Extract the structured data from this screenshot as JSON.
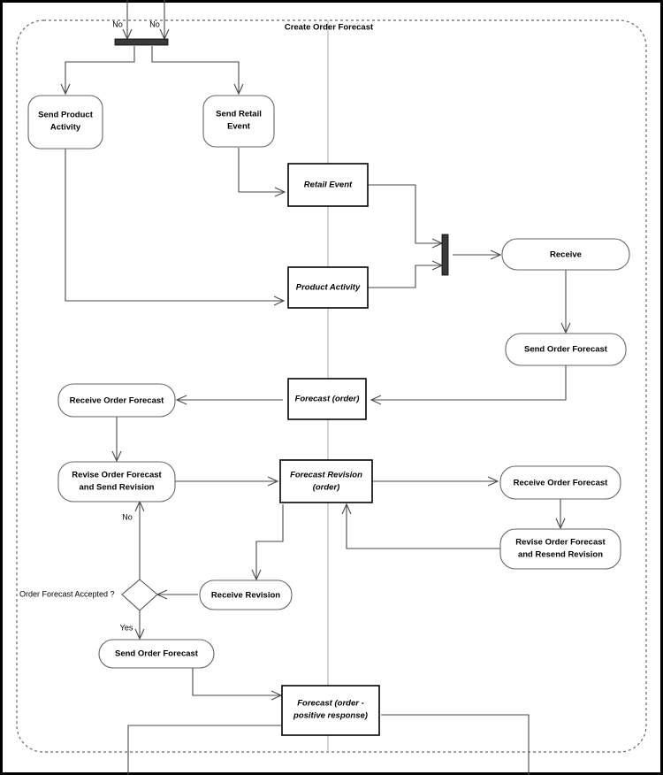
{
  "diagram": {
    "type": "uml-activity-diagram",
    "title": "Create Order Forecast",
    "outer_frame_color": "#000000",
    "boundary_style": "dashed-rounded",
    "swimlane_divider_color": "#b0b0b0",
    "node_stroke": "#555555",
    "object_stroke": "#000000"
  },
  "activities": {
    "send_product_activity": "Send Product\nActivity",
    "send_product_activity_line1": "Send Product",
    "send_product_activity_line2": "Activity",
    "send_retail_event_line1": "Send Retail",
    "send_retail_event_line2": "Event",
    "receive": "Receive",
    "send_order_forecast_top": "Send Order Forecast",
    "receive_order_forecast_left": "Receive Order Forecast",
    "revise_send_line1": "Revise Order Forecast",
    "revise_send_line2": "and Send Revision",
    "receive_order_forecast_right": "Receive Order Forecast",
    "revise_resend_line1": "Revise Order Forecast",
    "revise_resend_line2": "and Resend Revision",
    "receive_revision": "Receive Revision",
    "send_order_forecast_bottom": "Send Order Forecast"
  },
  "objects": {
    "retail_event": "Retail Event",
    "product_activity": "Product Activity",
    "forecast_order": "Forecast (order)",
    "forecast_revision_line1": "Forecast Revision",
    "forecast_revision_line2": "(order)",
    "forecast_positive_line1": "Forecast (order -",
    "forecast_positive_line2": "positive response)"
  },
  "decision": {
    "question": "Order Forecast Accepted ?",
    "guard_yes": "Yes",
    "guard_no": "No"
  },
  "guards": {
    "no_left": "No",
    "no_right": "No"
  }
}
